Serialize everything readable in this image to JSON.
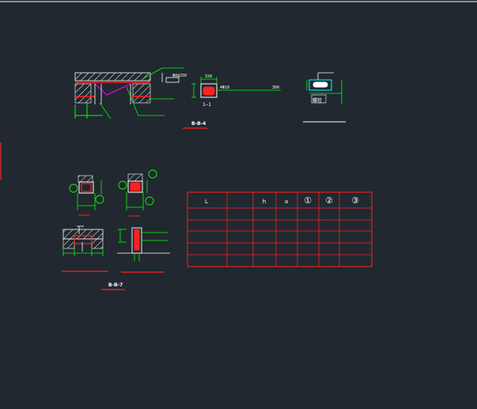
{
  "drawing": {
    "detail_top_label": "B-B-4",
    "detail_bottom_label": "B-B-7",
    "dim_150": "150",
    "dim_4010": "4Φ10",
    "dim_300": "300",
    "dim_8_250": "Φ8@250",
    "section_mark": "1—1",
    "inset_label": "螺栓"
  },
  "table": {
    "headers": [
      "L",
      "",
      "h",
      "a",
      "①",
      "②",
      "③"
    ],
    "rows": [
      [
        "",
        "",
        "",
        "",
        "",
        "",
        ""
      ],
      [
        "",
        "",
        "",
        "",
        "",
        "",
        ""
      ],
      [
        "",
        "",
        "",
        "",
        "",
        "",
        ""
      ],
      [
        "",
        "",
        "",
        "",
        "",
        "",
        ""
      ],
      [
        "",
        "",
        "",
        "",
        "",
        "",
        ""
      ]
    ]
  },
  "colors": {
    "background": "#212830",
    "white": "#ffffff",
    "green": "#00ff00",
    "red": "#ff2020",
    "cyan": "#00ffff",
    "magenta": "#ff00ff"
  }
}
